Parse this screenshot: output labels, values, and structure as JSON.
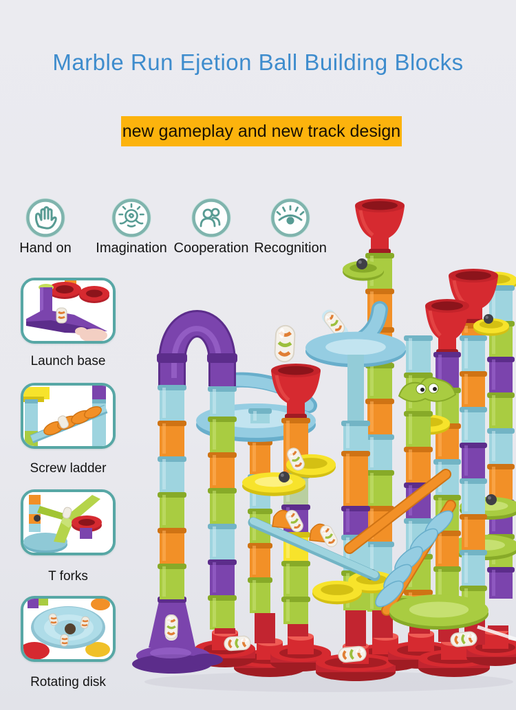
{
  "page": {
    "background": "#e9e9ee"
  },
  "header": {
    "title": "Marble Run Ejetion Ball Building Blocks",
    "title_color": "#3e8ccd"
  },
  "banner": {
    "text": "new gameplay and new track design",
    "background": "#fcb30d",
    "text_color": "#181004"
  },
  "features": {
    "icon_ring_color": "#7fb4ad",
    "icon_glyph_color": "#579b93",
    "items": [
      {
        "label": "Hand on",
        "icon": "hand-icon"
      },
      {
        "label": "Imagination",
        "icon": "imagination-icon"
      },
      {
        "label": "Cooperation",
        "icon": "cooperation-icon"
      },
      {
        "label": "Recognition",
        "icon": "recognition-icon"
      }
    ]
  },
  "parts": {
    "border_color": "#57a7a5",
    "items": [
      {
        "label": "Launch base",
        "image": "launch-base-photo"
      },
      {
        "label": "Screw ladder",
        "image": "screw-ladder-photo"
      },
      {
        "label": "T forks",
        "image": "t-forks-photo"
      },
      {
        "label": "Rotating disk",
        "image": "rotating-disk-photo"
      }
    ]
  },
  "product_photo": {
    "description": "Colorful marble run tower set with stacked tube columns, red funnels, spiral slides, screw ramps, capsule marbles and red round bases",
    "palette": {
      "purple": "#7b44ad",
      "orange": "#f29027",
      "teal": "#9ed4df",
      "green": "#a9cc41",
      "yellow": "#f7e32b",
      "red": "#d62a30",
      "slide_blue": "#95cde2"
    }
  }
}
